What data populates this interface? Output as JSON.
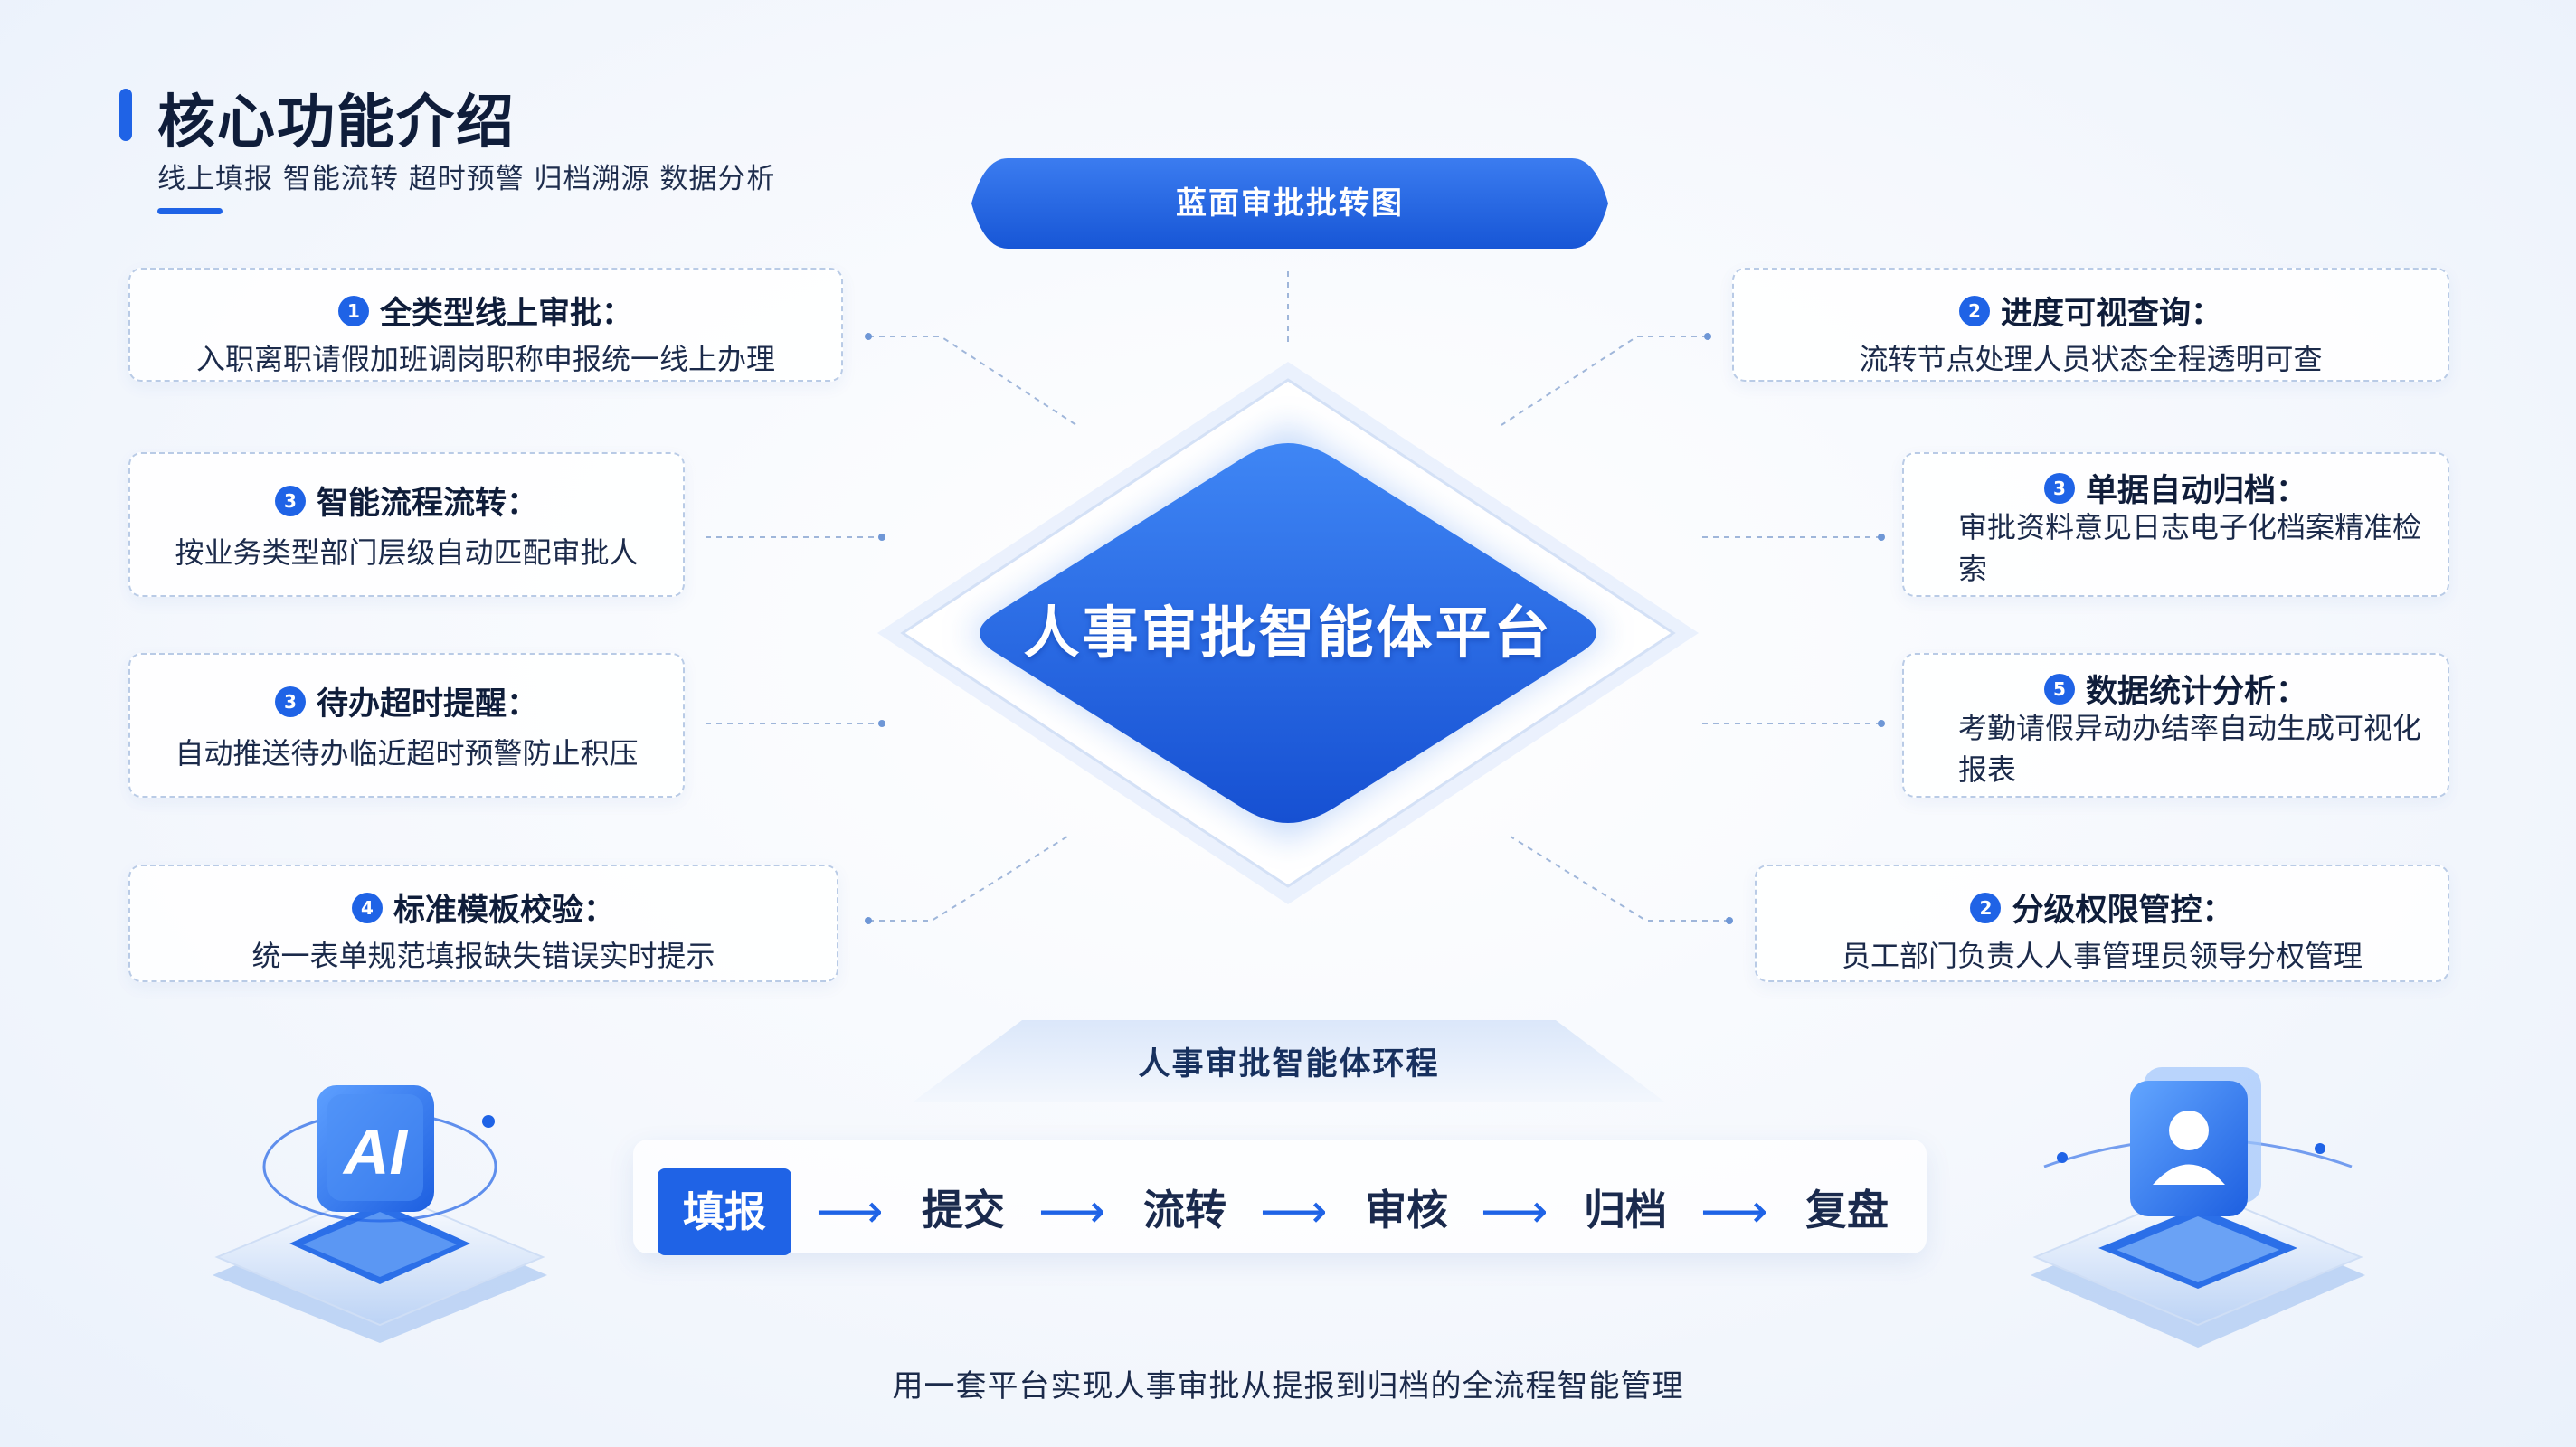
{
  "header": {
    "title": "核心功能介绍",
    "subtitle": "线上填报 智能流转 超时预警 归档溯源 数据分析"
  },
  "ribbon": {
    "label": "蓝面审批批转图"
  },
  "center": {
    "title": "人事审批智能体平台"
  },
  "features": [
    {
      "num": "1",
      "title": "全类型线上审批：",
      "desc": "入职离职请假加班调岗职称申报统一线上办理"
    },
    {
      "num": "3",
      "title": "智能流程流转：",
      "desc": "按业务类型部门层级自动匹配审批人"
    },
    {
      "num": "3",
      "title": "待办超时提醒：",
      "desc": "自动推送待办临近超时预警防止积压"
    },
    {
      "num": "4",
      "title": "标准模板校验：",
      "desc": "统一表单规范填报缺失错误实时提示"
    },
    {
      "num": "2",
      "title": "进度可视查询：",
      "desc": "流转节点处理人员状态全程透明可查"
    },
    {
      "num": "3",
      "title": "单据自动归档：",
      "desc": "审批资料意见日志电子化档案精准检索"
    },
    {
      "num": "5",
      "title": "数据统计分析：",
      "desc": "考勤请假异动办结率自动生成可视化报表"
    },
    {
      "num": "2",
      "title": "分级权限管控：",
      "desc": "员工部门负责人人事管理员领导分权管理"
    }
  ],
  "flow": {
    "label": "人事审批智能体环程",
    "steps": [
      "填报",
      "提交",
      "流转",
      "审核",
      "归档",
      "复盘"
    ]
  },
  "footer": "用一套平台实现人事审批从提报到归档的全流程智能管理",
  "colors": {
    "accent": "#1f63e6",
    "accent_light": "#4f8df5",
    "text": "#0f1d3a"
  },
  "icons": {
    "left": "ai-chip-icon",
    "right": "user-profile-icon"
  }
}
